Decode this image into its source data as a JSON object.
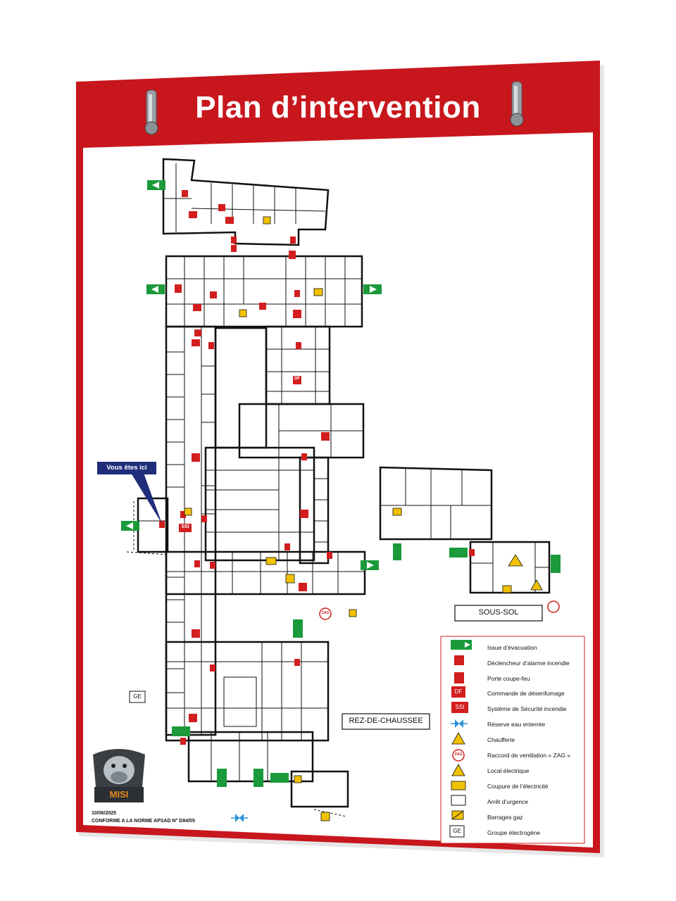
{
  "title": "Plan d’intervention",
  "you_are_here": "Vous êtes ici",
  "floors": {
    "ground": "REZ-DE-CHAUSSEE",
    "basement": "SOUS-SOL"
  },
  "map_markers": {
    "ssi": "SSI",
    "ge": "GE",
    "df": "DF",
    "zag": "ZAG"
  },
  "legend": [
    {
      "label": "Issue d’évacuation",
      "icon": "exit-sign-icon"
    },
    {
      "label": "Déclencheur d’alarme incendie",
      "icon": "fire-alarm-icon"
    },
    {
      "label": "Porte coupe-feu",
      "icon": "fire-door-icon"
    },
    {
      "label": "Commande de désenfumage",
      "icon": "smoke-control-icon"
    },
    {
      "label": "Système de Sécurité incendie",
      "icon": "ssi-icon"
    },
    {
      "label": "Réserve eau enterrée",
      "icon": "water-reserve-icon"
    },
    {
      "label": "Chaufferie",
      "icon": "boiler-room-icon"
    },
    {
      "label": "Raccord de ventilation « ZAG »",
      "icon": "zag-icon"
    },
    {
      "label": "Local électrique",
      "icon": "electrical-room-icon"
    },
    {
      "label": "Coupure de l’électricité",
      "icon": "power-cut-icon"
    },
    {
      "label": "Arrêt d’urgence",
      "icon": "emergency-stop-icon"
    },
    {
      "label": "Barrages gaz",
      "icon": "gas-valve-icon"
    },
    {
      "label": "Groupe électrogène",
      "icon": "generator-icon"
    }
  ],
  "logo_text": "MISI",
  "footer": {
    "date": "10/06/2025",
    "norm": "CONFORME A LA NORME APSAD N° D84/05"
  },
  "colors": {
    "frame_red": "#c8161d",
    "marker_red": "#d21e1e",
    "exit_green": "#1a9a3a",
    "you_are_here_blue": "#1f2d7a",
    "warning_yellow": "#f2c200"
  }
}
